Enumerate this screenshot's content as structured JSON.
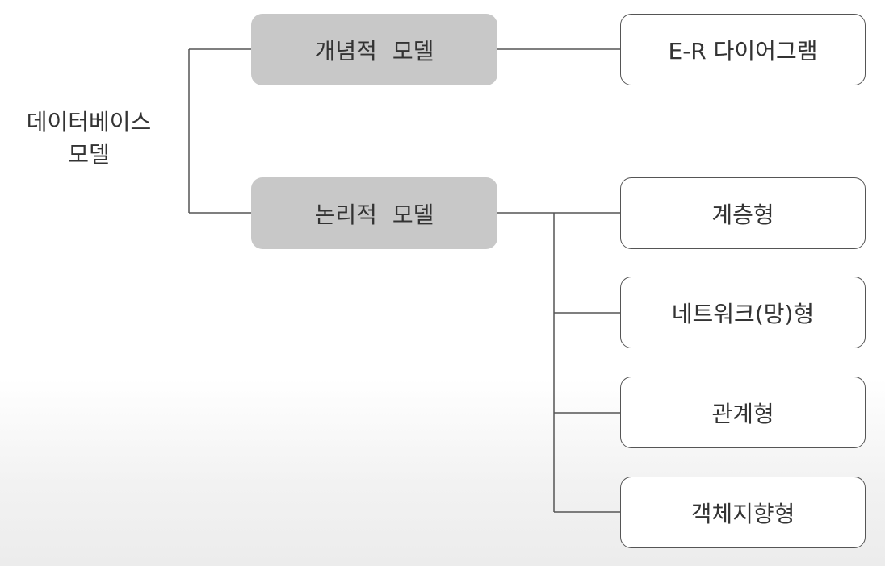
{
  "root": {
    "line1": "데이터베이스",
    "line2": "모델"
  },
  "models": {
    "conceptual": {
      "label": "개념적 모델",
      "children": [
        "E-R 다이어그램"
      ]
    },
    "logical": {
      "label": "논리적 모델",
      "children": [
        "계층형",
        "네트워크(망)형",
        "관계형",
        "객체지향형"
      ]
    }
  },
  "colors": {
    "parent_box_fill": "#c8c8c8",
    "child_box_border": "#555555",
    "text": "#333333",
    "connector": "#555555"
  }
}
